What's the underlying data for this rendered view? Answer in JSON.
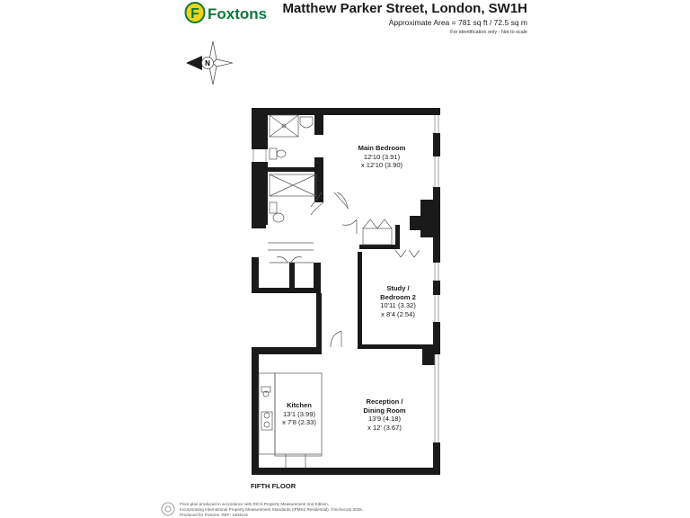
{
  "brand": {
    "name": "Foxtons",
    "logo_letter": "F",
    "colors": {
      "green": "#0d7a3a",
      "yellow": "#f2d21b"
    }
  },
  "header": {
    "title": "Matthew Parker Street, London, SW1H",
    "area": "Approximate Area = 781 sq ft / 72.5 sq m",
    "identification": "For identification only - Not to scale"
  },
  "compass": {
    "letter": "N",
    "icon": "compass-rose-icon"
  },
  "rooms": {
    "main_bedroom": {
      "name": "Main Bedroom",
      "dim1": "12'10 (3.91)",
      "dim2": "x 12'10 (3.90)"
    },
    "study": {
      "name1": "Study /",
      "name2": "Bedroom 2",
      "dim1": "10'11 (3.32)",
      "dim2": "x 8'4 (2.54)"
    },
    "kitchen": {
      "name": "Kitchen",
      "dim1": "13'1 (3.99)",
      "dim2": "x 7'8 (2.33)"
    },
    "reception": {
      "name1": "Reception /",
      "name2": "Dining Room",
      "dim1": "13'9 (4.18)",
      "dim2": "x 12' (3.67)"
    }
  },
  "floor_label": "FIFTH FLOOR",
  "footer": {
    "line1": "Floor plan produced in accordance with RICS Property Measurement 2nd Edition,",
    "line2": "Incorporating International Property Measurement Standards (IPMS2 Residential). ©nichecom 2025.",
    "line3": "Produced for Foxtons.   REF: 1304116"
  },
  "colors": {
    "wall": "#1a1a1a",
    "line": "#555555",
    "window": "#888888"
  }
}
